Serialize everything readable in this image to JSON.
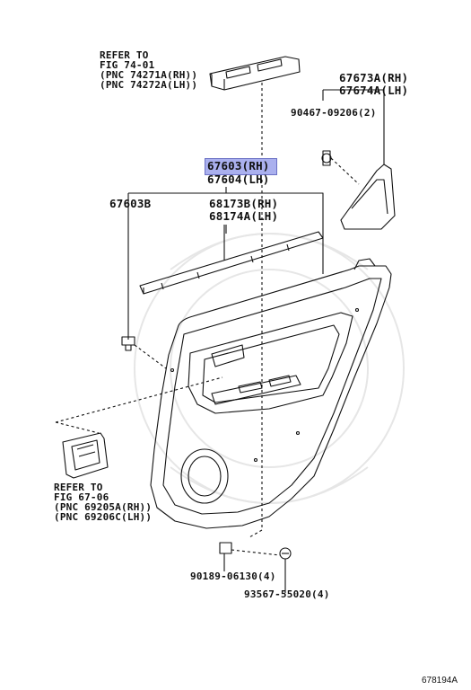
{
  "labels": {
    "ref_top": [
      "REFER TO",
      "FIG 74-01",
      "(PNC 74271A(RH))",
      "(PNC 74272A(LH))"
    ],
    "ref_bottom": [
      "REFER TO",
      "FIG 67-06",
      "(PNC 69205A(RH))",
      "(PNC 69206C(LH))"
    ],
    "part_67603_rh": "67603(RH)",
    "part_67604_lh": "67604(LH)",
    "part_67603b": "67603B",
    "part_68173b_rh": "68173B(RH)",
    "part_68174a_lh": "68174A(LH)",
    "part_67673a_rh": "67673A(RH)",
    "part_67674a_lh": "67674A(LH)",
    "part_90467": "90467-09206(2)",
    "part_90189": "90189-06130(4)",
    "part_93567": "93567-55020(4)",
    "diagram_id": "678194A"
  },
  "highlight_color": "#aab0ee",
  "line_color": "#111111"
}
